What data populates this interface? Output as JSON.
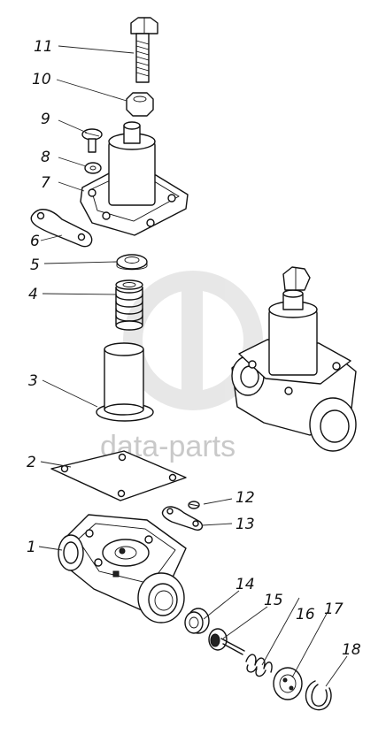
{
  "watermark": {
    "text": "data-parts",
    "color": "#c9c9c9"
  },
  "callouts": {
    "c1": "1",
    "c2": "2",
    "c3": "3",
    "c4": "4",
    "c5": "5",
    "c6": "6",
    "c7": "7",
    "c8": "8",
    "c9": "9",
    "c10": "10",
    "c11": "11",
    "c12": "12",
    "c13": "13",
    "c14": "14",
    "c15": "15",
    "c16": "16",
    "c17": "17",
    "c18": "18"
  }
}
